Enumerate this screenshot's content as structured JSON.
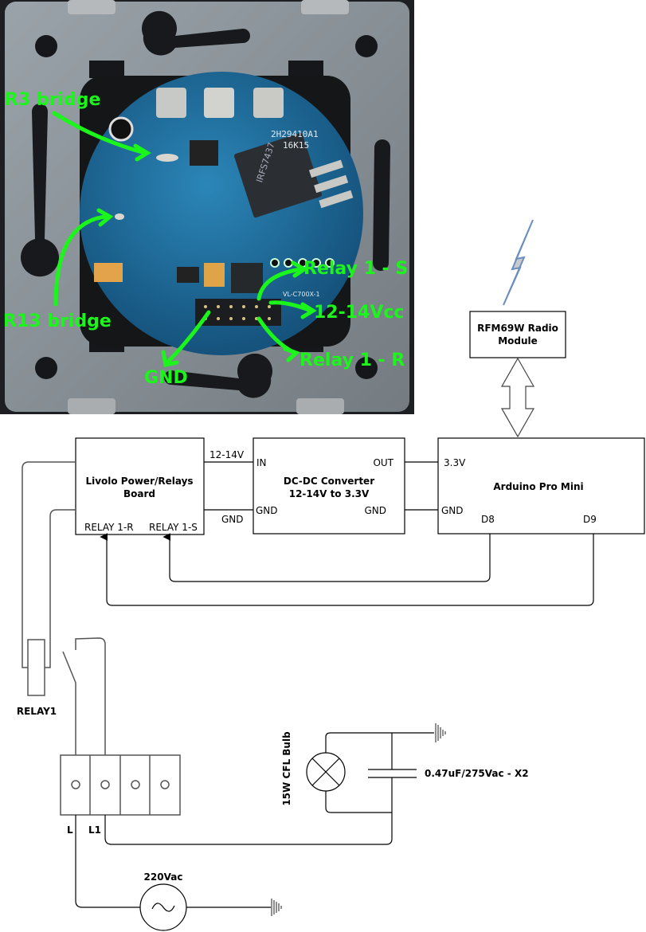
{
  "photo": {
    "description": "Livolo switch PCB photo with annotations",
    "annotation_color": "#1cf51c",
    "plate_color": "#8a9399",
    "pcb_color": "#1f6fa0",
    "annotations": {
      "r3_bridge": "R3 bridge",
      "r13_bridge": "R13 bridge",
      "relay_1_s": "Relay 1 - S",
      "vcc": "12-14Vcc",
      "relay_1_r": "Relay 1 - R",
      "gnd": "GND"
    },
    "pcb_markings": {
      "chip_code": "2H29410A1",
      "chip_code2": "16K15",
      "mosfet": "IRFS7437",
      "board_id": "VL-C700X-1"
    }
  },
  "radio": {
    "title_line1": "RFM69W Radio",
    "title_line2": "Module",
    "antenna_icon": "lightning-bolt-antenna"
  },
  "livolo_board": {
    "title_line1": "Livolo Power/Relays",
    "title_line2": "Board",
    "pin_relay_r": "RELAY 1-R",
    "pin_relay_s": "RELAY 1-S"
  },
  "wires": {
    "v12_14": "12-14V",
    "gnd": "GND"
  },
  "dcdc": {
    "title_line1": "DC-DC Converter",
    "title_line2": "12-14V to 3.3V",
    "pin_in": "IN",
    "pin_gnd_in": "GND",
    "pin_out": "OUT",
    "pin_gnd_out": "GND"
  },
  "arduino": {
    "title": "Arduino Pro Mini",
    "pin_3v3": "3.3V",
    "pin_gnd": "GND",
    "pin_d8": "D8",
    "pin_d9": "D9"
  },
  "relay": {
    "label": "RELAY1"
  },
  "terminal_block": {
    "terminals": 4,
    "label_l": "L",
    "label_l1": "L1"
  },
  "bulb": {
    "label": "15W CFL Bulb"
  },
  "capacitor": {
    "label": "0.47uF/275Vac - X2"
  },
  "source": {
    "label": "220Vac",
    "symbol": "~"
  }
}
